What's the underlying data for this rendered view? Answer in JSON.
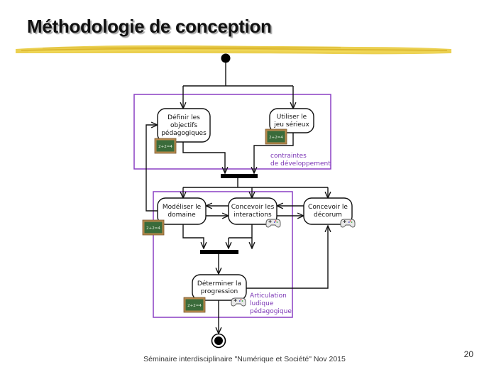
{
  "slide": {
    "title": "Méthodologie de conception",
    "footer": "Séminaire interdisciplinaire \"Numérique et Société\" Nov 2015",
    "page_number": "20"
  },
  "diagram": {
    "nodes": {
      "definir": [
        "Définir les",
        "objectifs",
        "pédagogiques"
      ],
      "utiliser": [
        "Utiliser le",
        "jeu sérieux"
      ],
      "modeliser": [
        "Modéliser le",
        "domaine"
      ],
      "concevoir_interactions": [
        "Concevoir les",
        "interactions"
      ],
      "concevoir_decorum": [
        "Concevoir le",
        "décorum"
      ],
      "determiner": [
        "Déterminer la",
        "progression"
      ]
    },
    "partitions": {
      "contraintes": [
        "contraintes",
        "de développement"
      ],
      "articulation": [
        "Articulation",
        "ludique",
        "pédagogique"
      ]
    },
    "icons": {
      "chalkboard_text": "2+2=4"
    },
    "colors": {
      "partition": "#8a3fc4",
      "partition_text": "#7b35b5",
      "brush": "#e8c832",
      "chalkboard": "#3a6b3a",
      "chalkboard_frame": "#b7884c"
    }
  }
}
